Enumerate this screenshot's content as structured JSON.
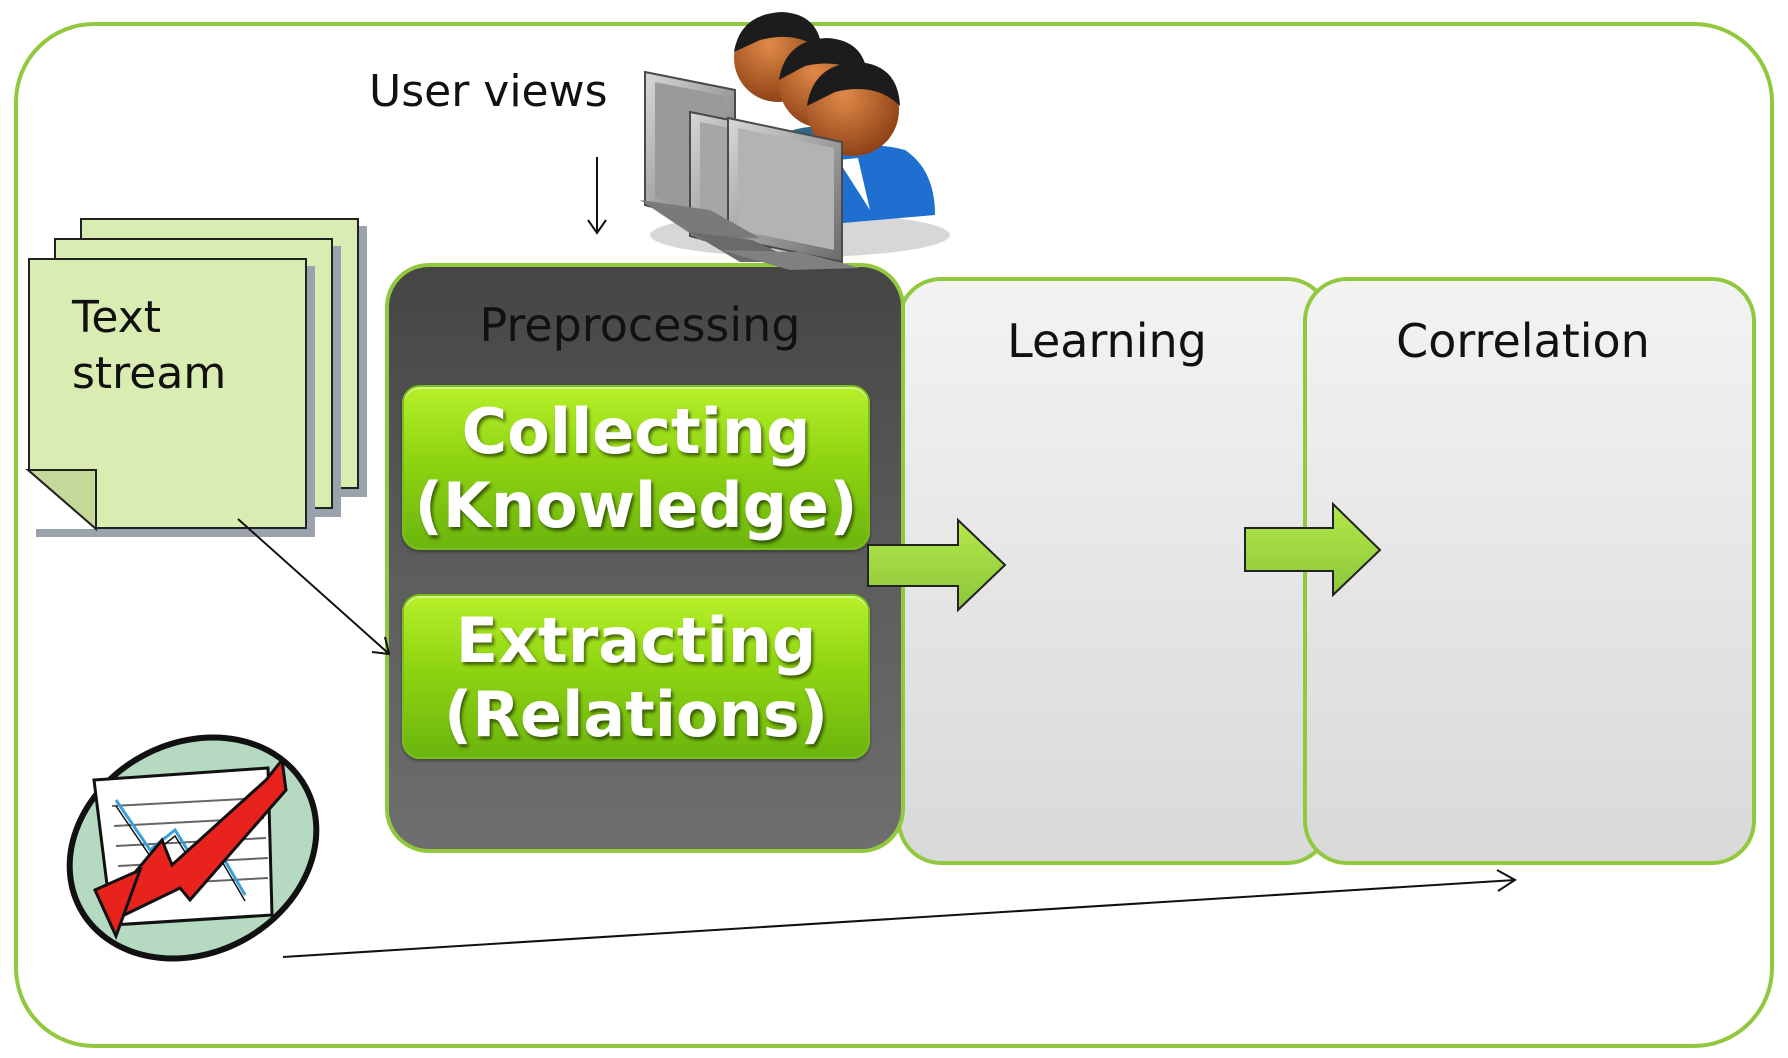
{
  "diagram": {
    "text_stream_label_line1": "Text",
    "text_stream_label_line2": "stream",
    "user_views_label": "User views",
    "preprocessing": {
      "title": "Preprocessing",
      "collecting_line1": "Collecting",
      "collecting_line2": "(Knowledge)",
      "extracting_line1": "Extracting",
      "extracting_line2": "(Relations)"
    },
    "learning_title": "Learning",
    "correlation_title": "Correlation"
  },
  "colors": {
    "accent_green": "#92c83e",
    "button_green": "#8fd411",
    "note_fill": "#d9ecb2",
    "dark_panel": "#5e5e5e",
    "light_panel": "#e6e6e6"
  },
  "icons": [
    "users-at-computers-icon",
    "declining-chart-icon",
    "right-arrow-icon"
  ]
}
